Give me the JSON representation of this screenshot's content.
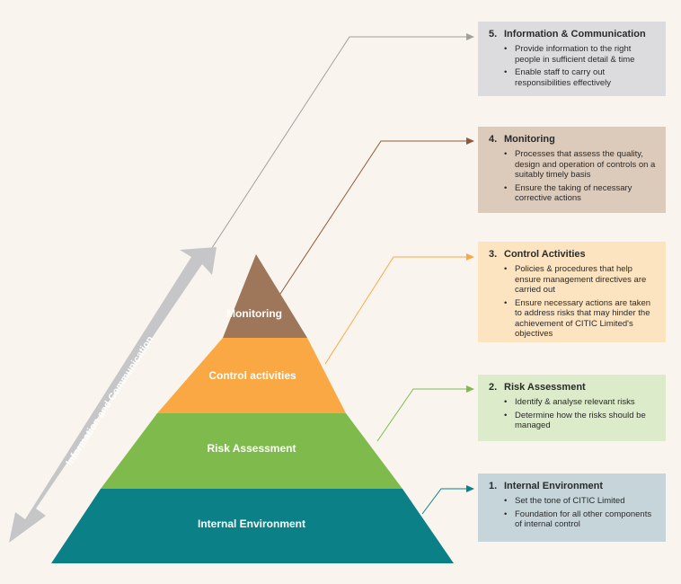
{
  "side_arrow": {
    "label": "Information and Communication"
  },
  "pyramid": [
    {
      "label": "Monitoring",
      "color": "#9e7659"
    },
    {
      "label": "Control activities",
      "color": "#f9a843"
    },
    {
      "label": "Risk Assessment",
      "color": "#7fba4d"
    },
    {
      "label": "Internal Environment",
      "color": "#0b8187"
    }
  ],
  "boxes": [
    {
      "number": "5.",
      "title": "Information & Communication",
      "bullets": [
        "Provide information to the right people in sufficient detail & time",
        "Enable staff to carry out responsibilities effectively"
      ],
      "color": "#dcdcdf",
      "line_color": "#a0a0a0"
    },
    {
      "number": "4.",
      "title": "Monitoring",
      "bullets": [
        "Processes that assess the quality, design and operation of controls on a suitably timely basis",
        "Ensure the taking of necessary corrective actions"
      ],
      "color": "#dccbbb",
      "line_color": "#8a5a3c"
    },
    {
      "number": "3.",
      "title": "Control Activities",
      "bullets": [
        "Policies & procedures that help ensure management directives are carried out",
        "Ensure necessary actions are taken to address risks that may hinder the achievement of CITIC Limited's objectives"
      ],
      "color": "#fde4c0",
      "line_color": "#f9a843"
    },
    {
      "number": "2.",
      "title": "Risk Assessment",
      "bullets": [
        "Identify & analyse relevant risks",
        "Determine how the risks should be managed"
      ],
      "color": "#dcebc9",
      "line_color": "#7fba4d"
    },
    {
      "number": "1.",
      "title": "Internal Environment",
      "bullets": [
        "Set the tone of CITIC Limited",
        "Foundation for all other components of internal control"
      ],
      "color": "#c5d5d9",
      "line_color": "#0b8187"
    }
  ]
}
